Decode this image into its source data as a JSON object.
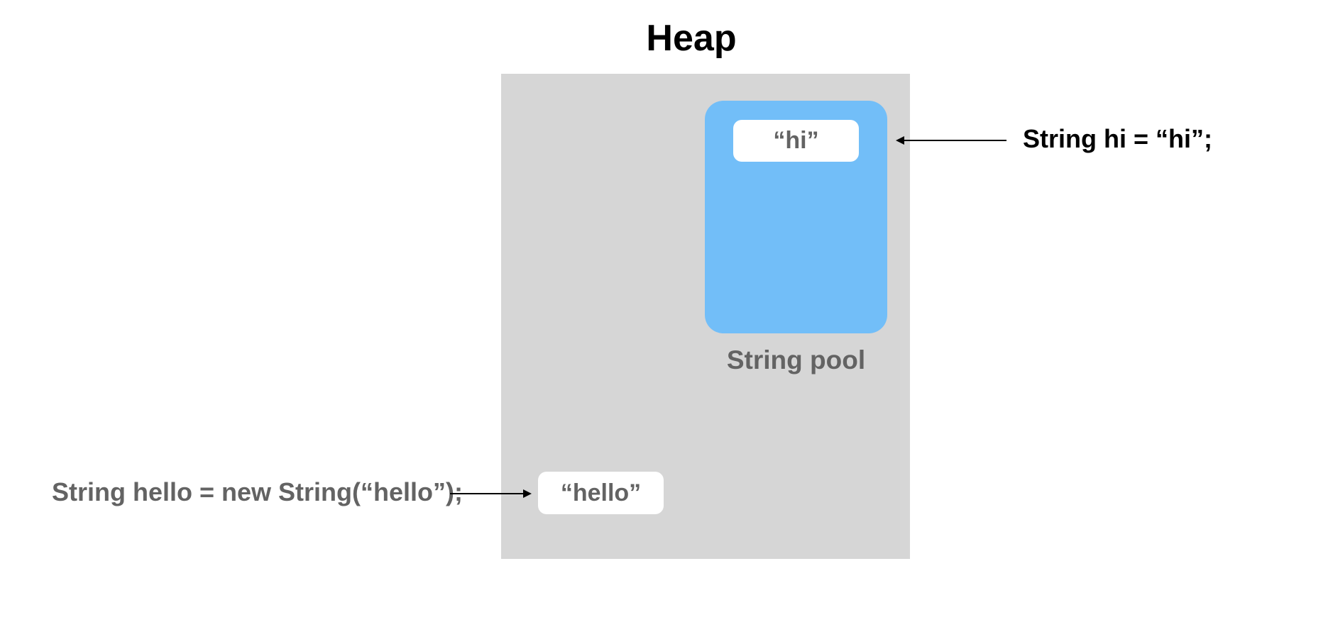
{
  "diagram": {
    "title": "Heap",
    "string_pool_label": "String pool",
    "hi_value": "“hi”",
    "hello_value": "“hello”",
    "code_hi": "String hi = “hi”;",
    "code_hello": "String hello = new String(“hello”);",
    "colors": {
      "heap": "#d6d6d6",
      "string_pool": "#72bef8",
      "value_box": "#ffffff",
      "dark_text": "#000000",
      "grey_text": "#636363"
    }
  }
}
